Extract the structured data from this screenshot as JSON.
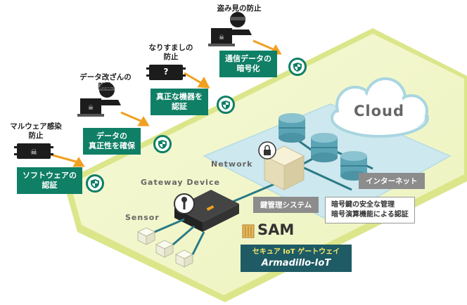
{
  "colors": {
    "platform": "#f4f7cf",
    "platform_edge": "#d7e27a",
    "network_area": "#cfe9ee",
    "accent_green": "#0f7f66",
    "arrow_orange": "#f0a020",
    "server": "#5aa4b6",
    "dark_teal": "#1e5b64"
  },
  "threats": [
    {
      "label": "盗み見の防止",
      "icon": "eavesdropper-laptop-icon"
    },
    {
      "label": "なりすましの\n防止",
      "icon": "unknown-device-icon"
    },
    {
      "label": "データ改ざんの\n防止",
      "icon": "tamper-laptop-icon"
    },
    {
      "label": "マルウェア感染\n防止",
      "icon": "malware-device-icon"
    }
  ],
  "protections": [
    {
      "label": "通信データの\n暗号化"
    },
    {
      "label": "真正な機器を\n認証"
    },
    {
      "label": "データの\n真正性を確保"
    },
    {
      "label": "ソフトウェアの\n認証"
    }
  ],
  "cloud_label": "Cloud",
  "network_label": "Network",
  "gateway_label": "Gateway Device",
  "sensor_label": "Sensor",
  "internet_label": "インターネット",
  "key_mgmt_label": "鍵管理システム",
  "key_mgmt_desc": "暗号鍵の安全な管理\n暗号演算機能による認証",
  "sam_label": "SAM",
  "product": {
    "subtitle": "セキュア IoT ゲートウェイ",
    "name": "Armadillo-IoT"
  },
  "threat_icons": {
    "unknown_device_mark": "?"
  }
}
